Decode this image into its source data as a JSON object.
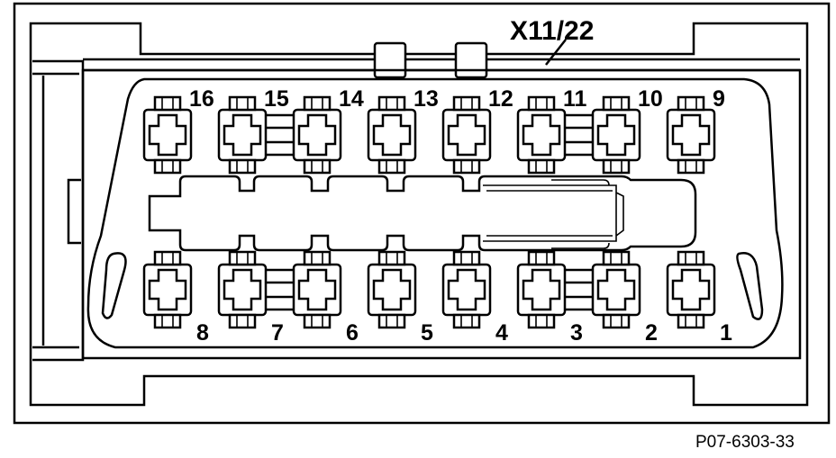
{
  "diagram": {
    "connector_label": "X11/22",
    "reference_code": "P07-6303-33",
    "top_row_pins": [
      "16",
      "15",
      "14",
      "13",
      "12",
      "11",
      "10",
      "9"
    ],
    "bottom_row_pins": [
      "8",
      "7",
      "6",
      "5",
      "4",
      "3",
      "2",
      "1"
    ]
  }
}
